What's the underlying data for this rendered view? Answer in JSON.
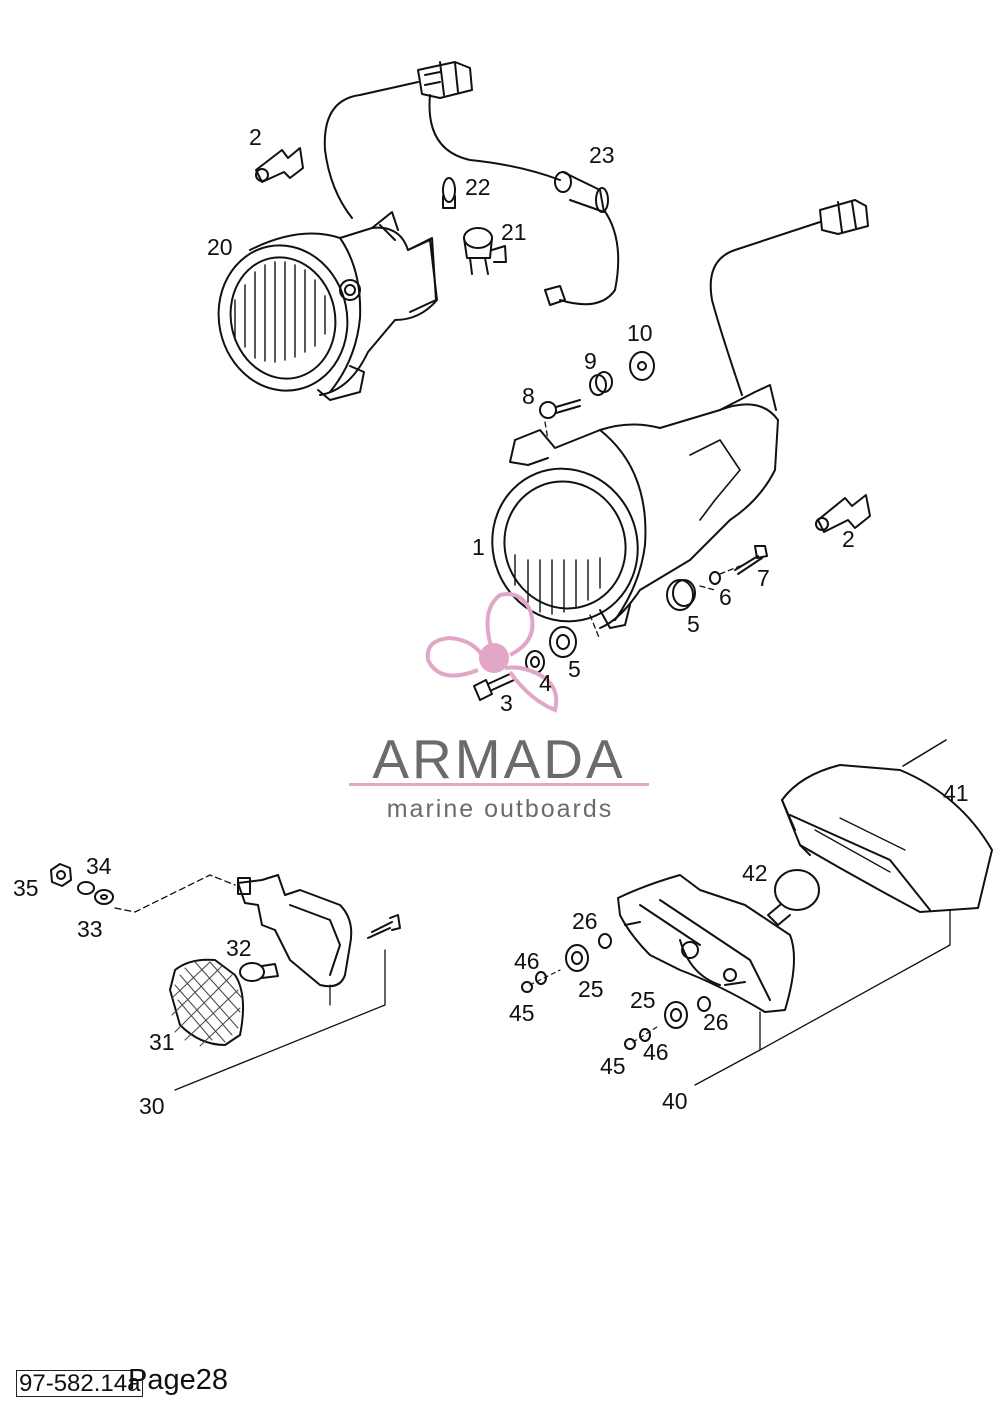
{
  "watermark": {
    "title": "ARMADA",
    "subtitle": "marine outboards"
  },
  "footer": {
    "code": "97-582.14a",
    "page": "Page28"
  },
  "callouts": [
    "2",
    "20",
    "22",
    "23",
    "21",
    "10",
    "9",
    "8",
    "1",
    "2",
    "7",
    "6",
    "5",
    "5",
    "4",
    "3",
    "41",
    "42",
    "35",
    "34",
    "33",
    "32",
    "31",
    "30",
    "26",
    "46",
    "25",
    "45",
    "25",
    "26",
    "45",
    "46",
    "40"
  ],
  "colors": {
    "ink": "#111111",
    "watermark_grey": "#6b6b6b",
    "watermark_pink": "#e2a6c7"
  }
}
